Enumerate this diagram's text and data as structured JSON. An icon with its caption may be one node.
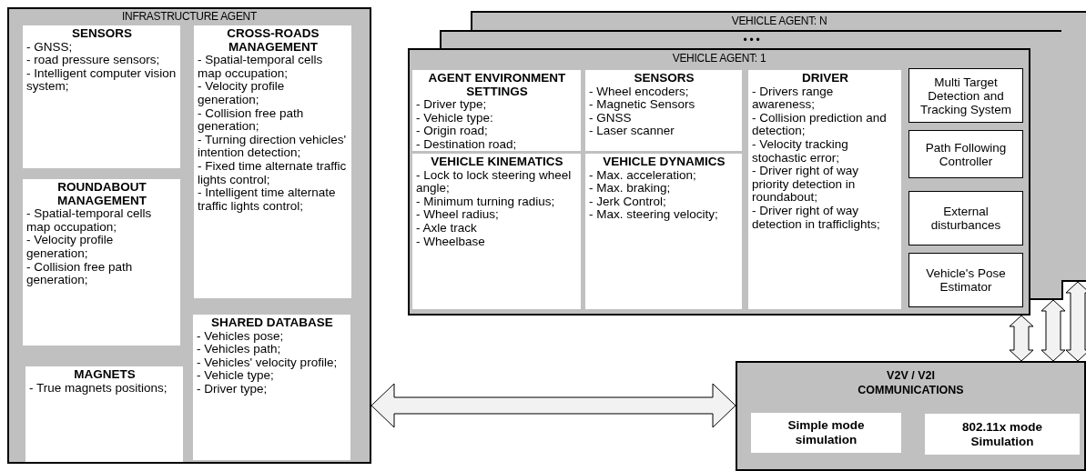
{
  "diagram": {
    "nodes": [
      {
        "text": [
          "INFRASTRUCTURE AGENT"
        ]
      },
      {
        "text": [
          "SENSORS",
          "- GNSS;",
          "- road pressure sensors;",
          "- Intelligent computer vision system;"
        ],
        "in": 0
      },
      {
        "text": [
          "CROSS-ROADS MANAGEMENT",
          "- Spatial-temporal cells map occupation;",
          "- Velocity profile generation;",
          "- Collision free path generation;",
          "- Turning direction vehicles' intention detection;",
          "- Fixed time alternate traffic lights control;",
          "- Intelligent time alternate traffic lights control;"
        ],
        "in": 0
      },
      {
        "text": [
          "ROUNDABOUT MANAGEMENT",
          "- Spatial-temporal cells map occupation;",
          "- Velocity profile generation;",
          "- Collision free path generation;"
        ],
        "in": 0
      },
      {
        "text": [
          "SHARED DATABASE",
          "- Vehicles pose;",
          "- Vehicles path;",
          "- Vehicles' velocity profile;",
          "- Vehicle type;",
          "- Driver type;"
        ],
        "in": 0
      },
      {
        "text": [
          "MAGNETS",
          "- True magnets positions;"
        ],
        "in": 0
      },
      {
        "text": [
          "VEHICLE AGENT: N"
        ]
      },
      {
        "text": [
          "• • •"
        ]
      },
      {
        "text": [
          "VEHICLE AGENT: 1"
        ]
      },
      {
        "text": [
          "AGENT ENVIRONMENT SETTINGS",
          "- Driver type;",
          "- Vehicle type:",
          "- Origin road;",
          "- Destination road;"
        ],
        "in": 8
      },
      {
        "text": [
          "SENSORS",
          "- Wheel encoders;",
          "- Magnetic Sensors",
          "- GNSS",
          "- Laser scanner"
        ],
        "in": 8
      },
      {
        "text": [
          "DRIVER",
          "- Drivers range awareness;",
          "- Collision prediction and detection;",
          "- Velocity tracking stochastic error;",
          "- Driver right of way priority detection in roundabout;",
          "- Driver right of way detection in trafficlights;"
        ],
        "in": 8
      },
      {
        "text": [
          "Multi Target Detection and Tracking System"
        ],
        "in": 8
      },
      {
        "text": [
          "VEHICLE KINEMATICS",
          "- Lock to lock steering wheel angle;",
          "- Minimum turning radius;",
          "- Wheel radius;",
          "- Axle track",
          "- Wheelbase"
        ],
        "in": 8
      },
      {
        "text": [
          "VEHICLE DYNAMICS",
          "- Max. acceleration;",
          "- Max. braking;",
          "- Jerk Control;",
          "- Max. steering velocity;"
        ],
        "in": 8
      },
      {
        "text": [
          "Path Following Controller"
        ],
        "in": 8
      },
      {
        "text": [
          "External disturbances"
        ],
        "in": 8
      },
      {
        "text": [
          "Vehicle's Pose Estimator"
        ],
        "in": 8
      },
      {
        "text": [
          "V2V / V2I COMMUNICATIONS"
        ]
      },
      {
        "text": [
          "Simple mode simulation"
        ],
        "in": 18
      },
      {
        "text": [
          "802.11x mode Simulation"
        ],
        "in": 18
      },
      {
        "text": [],
        "shape": "box"
      },
      {
        "text": [],
        "shape": "box"
      }
    ],
    "edges": [
      {
        "from": 0,
        "to": 18,
        "arrow": "both"
      },
      {
        "from": 8,
        "to": 18,
        "arrow": "both"
      },
      {
        "from": 21,
        "to": 18,
        "arrow": "both"
      },
      {
        "from": 22,
        "to": 18,
        "arrow": "both"
      }
    ]
  }
}
